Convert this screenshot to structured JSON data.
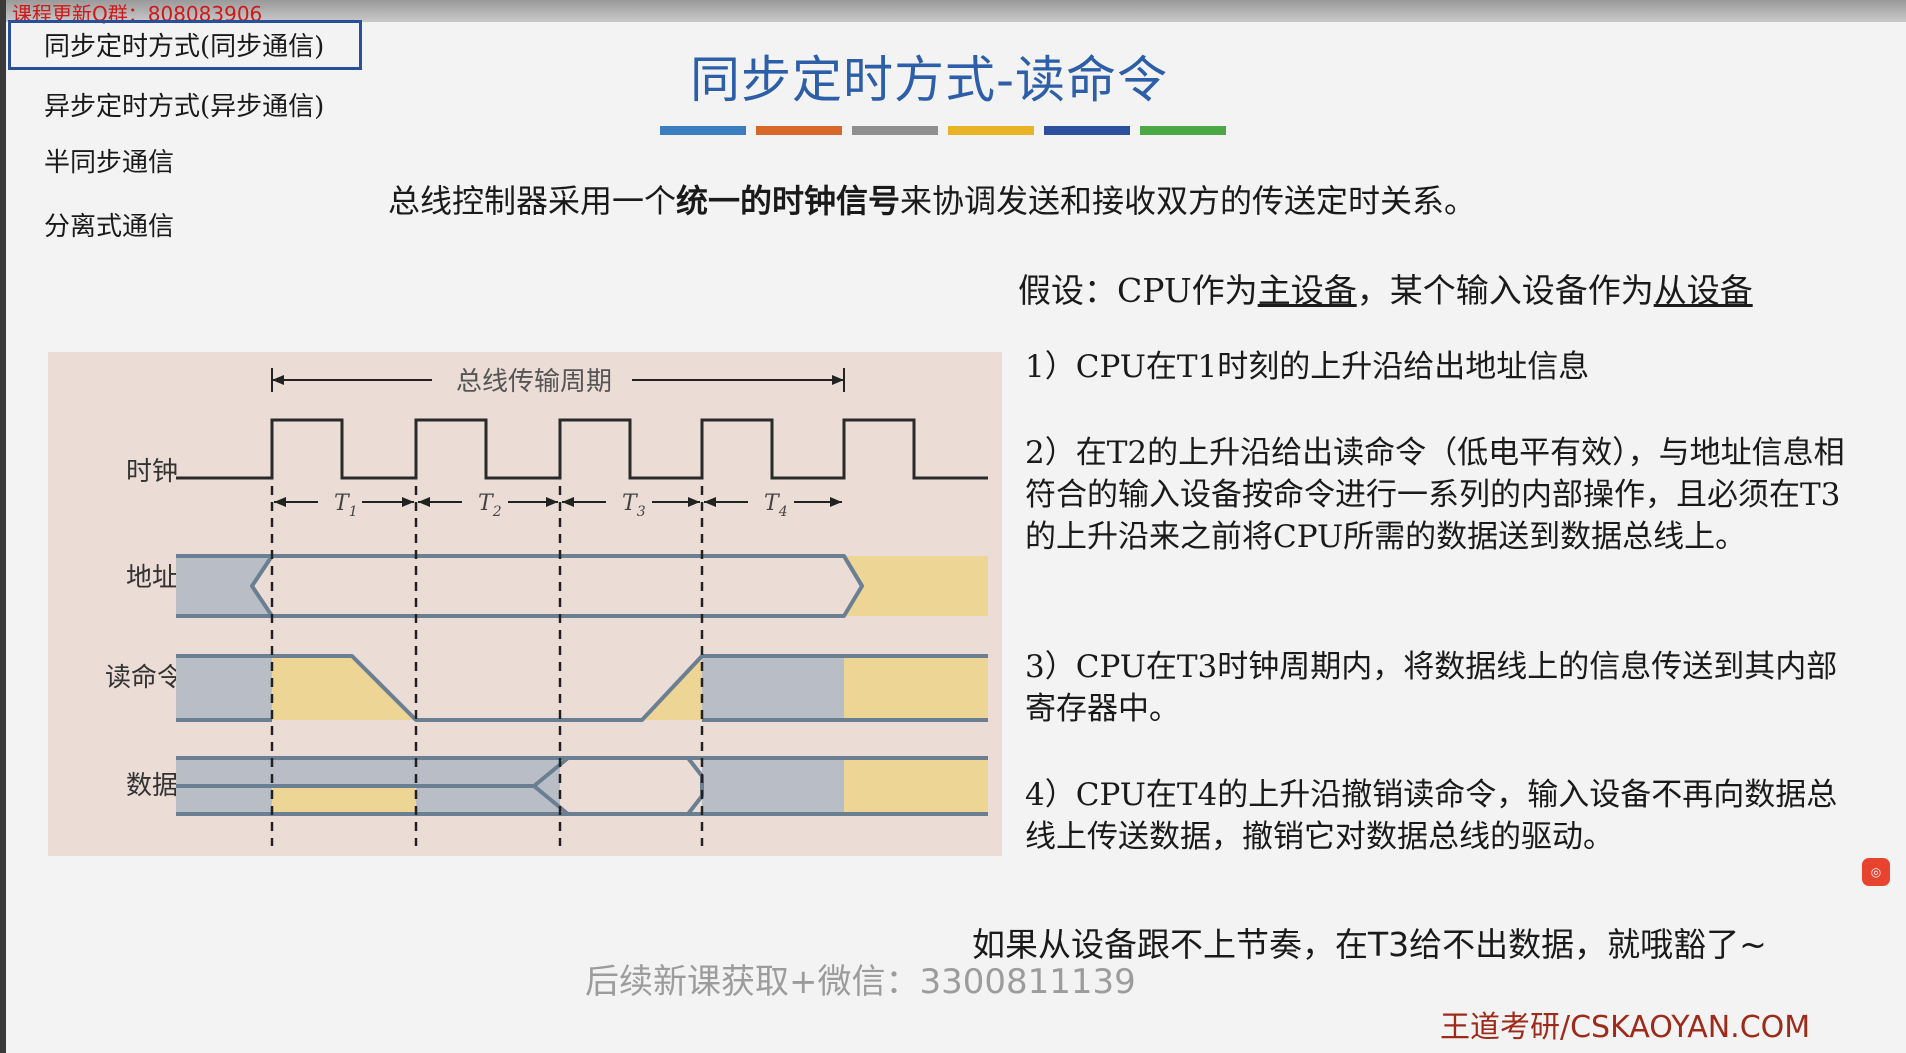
{
  "top_watermark": "课程更新Q群：808083906",
  "sidebar": {
    "items": [
      {
        "label": "同步定时方式(同步通信)"
      },
      {
        "label": "异步定时方式(异步通信)"
      },
      {
        "label": "半同步通信"
      },
      {
        "label": "分离式通信"
      }
    ]
  },
  "title": "同步定时方式-读命令",
  "title_bar_colors": [
    "#3a7ec0",
    "#d8672a",
    "#8f8f8f",
    "#e8b425",
    "#2c4f9e",
    "#4aa845"
  ],
  "intro": {
    "before": "总线控制器采用一个",
    "bold": "统一的时钟信号",
    "after": "来协调发送和接收双方的传送定时关系。"
  },
  "assumption": {
    "prefix": "假设：CPU作为",
    "master": "主设备",
    "middle": "，某个输入设备作为",
    "slave": "从设备"
  },
  "steps": [
    "1）CPU在T1时刻的上升沿给出地址信息",
    "2）在T2的上升沿给出读命令（低电平有效），与地址信息相符合的输入设备按命令进行一系列的内部操作，且必须在T3的上升沿来之前将CPU所需的数据送到数据总线上。",
    "3）CPU在T3时钟周期内，将数据线上的信息传送到其内部寄存器中。",
    "4）CPU在T4的上升沿撤销读命令，输入设备不再向数据总线上传送数据，撤销它对数据总线的驱动。"
  ],
  "conclusion": "如果从设备跟不上节奏，在T3给不出数据，就哦豁了~",
  "bottom_watermark": "后续新课获取+微信：3300811139",
  "brand": "王道考研/CSKAOYAN.COM",
  "diagram": {
    "period_label": "总线传输周期",
    "signal_labels": {
      "clock": "时钟",
      "address": "地址",
      "read": "读命令",
      "data": "数据"
    },
    "cycles": [
      "T",
      "T",
      "T",
      "T"
    ],
    "cycle_subscripts": [
      "1",
      "2",
      "3",
      "4"
    ],
    "colors": {
      "background": "#ecdcd6",
      "valid": "#edd596",
      "idle": "#b9bec6",
      "outline": "#6b7f93"
    }
  }
}
